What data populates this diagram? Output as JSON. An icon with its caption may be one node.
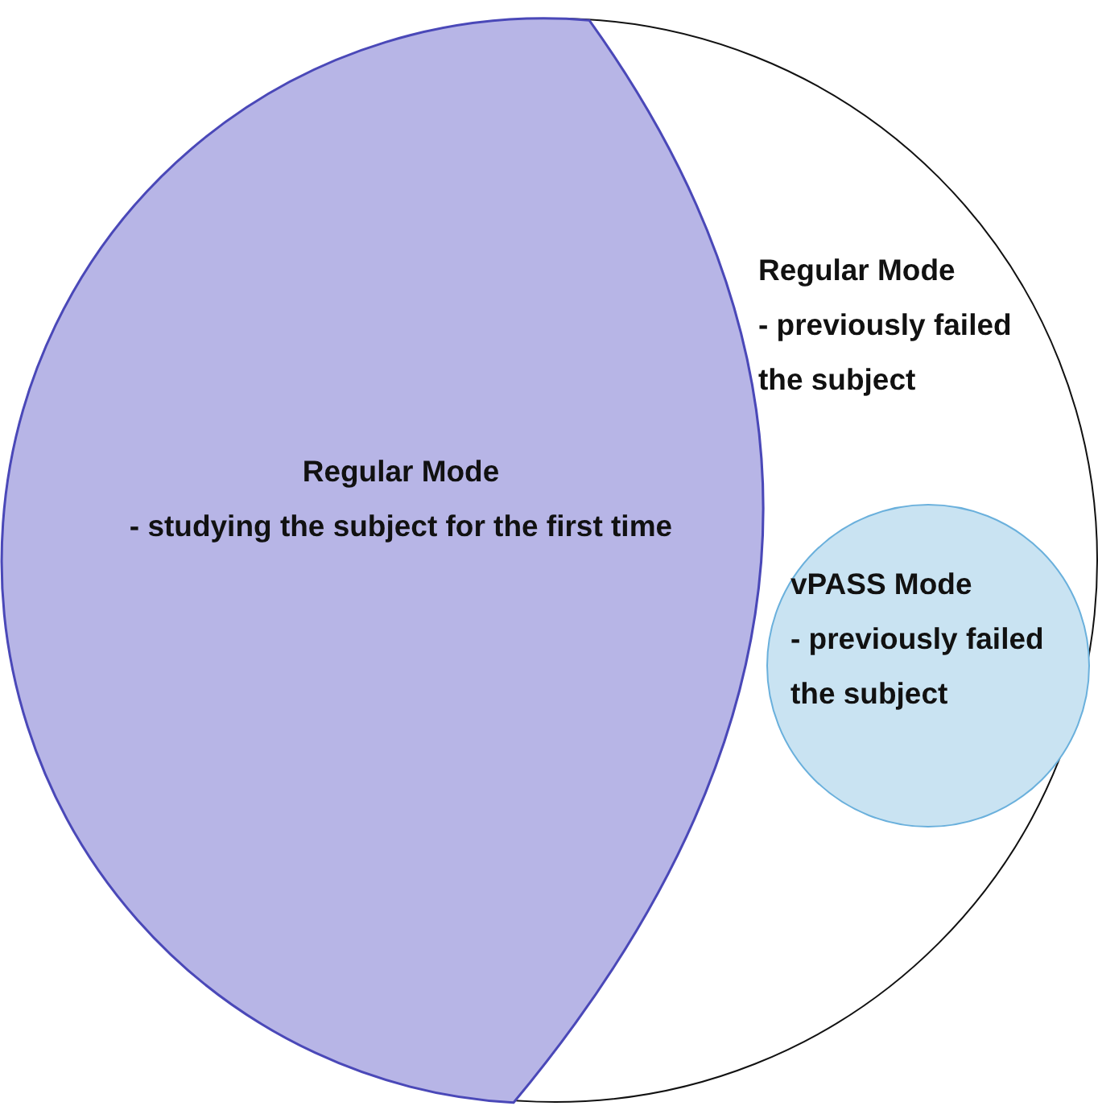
{
  "diagram": {
    "nodes": [
      {
        "text": [
          "Regular Mode",
          "- previously failed the subject"
        ]
      },
      {
        "text": [
          "Regular Mode",
          "- studying the subject for the first time"
        ],
        "in": 0
      },
      {
        "text": [
          "vPASS Mode",
          "- previously failed the subject"
        ],
        "in": 0
      }
    ]
  }
}
